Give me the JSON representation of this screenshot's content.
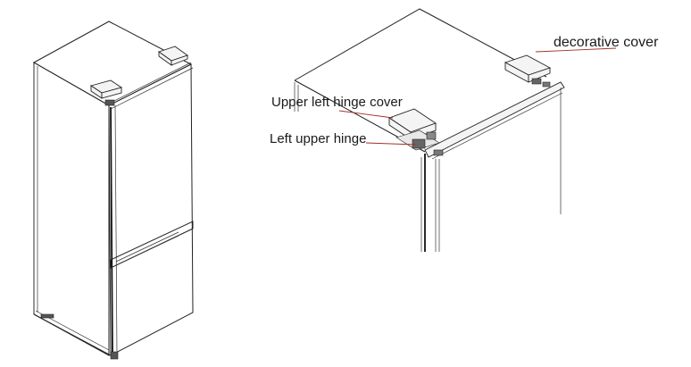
{
  "labels": {
    "decorative_cover": "decorative cover",
    "upper_left_hinge_cover": "Upper left hinge cover",
    "left_upper_hinge": "Left upper hinge"
  }
}
